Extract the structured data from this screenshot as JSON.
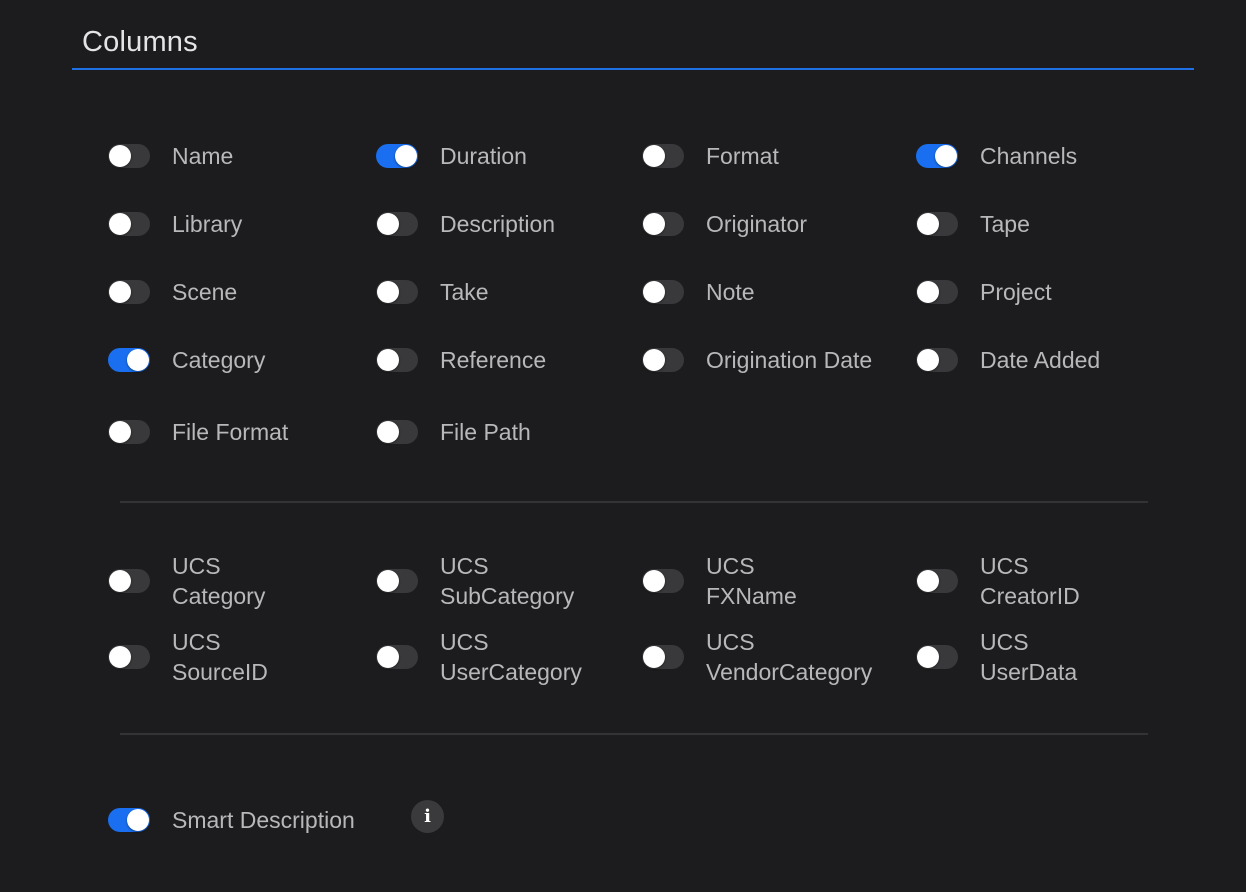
{
  "section": {
    "title": "Columns"
  },
  "colors": {
    "accent": "#1a6ff0",
    "underline": "#1f6fe5",
    "toggle_off": "#39393c",
    "background": "#1c1c1e",
    "label": "#b8b8bb"
  },
  "columns": [
    {
      "label": "Name",
      "on": false
    },
    {
      "label": "Duration",
      "on": true
    },
    {
      "label": "Format",
      "on": false
    },
    {
      "label": "Channels",
      "on": true
    },
    {
      "label": "Library",
      "on": false
    },
    {
      "label": "Description",
      "on": false
    },
    {
      "label": "Originator",
      "on": false
    },
    {
      "label": "Tape",
      "on": false
    },
    {
      "label": "Scene",
      "on": false
    },
    {
      "label": "Take",
      "on": false
    },
    {
      "label": "Note",
      "on": false
    },
    {
      "label": "Project",
      "on": false
    },
    {
      "label": "Category",
      "on": true
    },
    {
      "label": "Reference",
      "on": false
    },
    {
      "label": "Origination Date",
      "on": false
    },
    {
      "label": "Date Added",
      "on": false
    },
    {
      "label": "File Format",
      "on": false
    },
    {
      "label": "File Path",
      "on": false
    }
  ],
  "ucs": [
    {
      "line1": "UCS",
      "line2": "Category",
      "on": false
    },
    {
      "line1": "UCS",
      "line2": "SubCategory",
      "on": false
    },
    {
      "line1": "UCS",
      "line2": "FXName",
      "on": false
    },
    {
      "line1": "UCS",
      "line2": "CreatorID",
      "on": false
    },
    {
      "line1": "UCS",
      "line2": "SourceID",
      "on": false
    },
    {
      "line1": "UCS",
      "line2": "UserCategory",
      "on": false
    },
    {
      "line1": "UCS",
      "line2": "VendorCategory",
      "on": false
    },
    {
      "line1": "UCS",
      "line2": "UserData",
      "on": false
    }
  ],
  "smart": {
    "label": "Smart Description",
    "on": true,
    "info_icon": "info-icon",
    "info_glyph": "i"
  }
}
